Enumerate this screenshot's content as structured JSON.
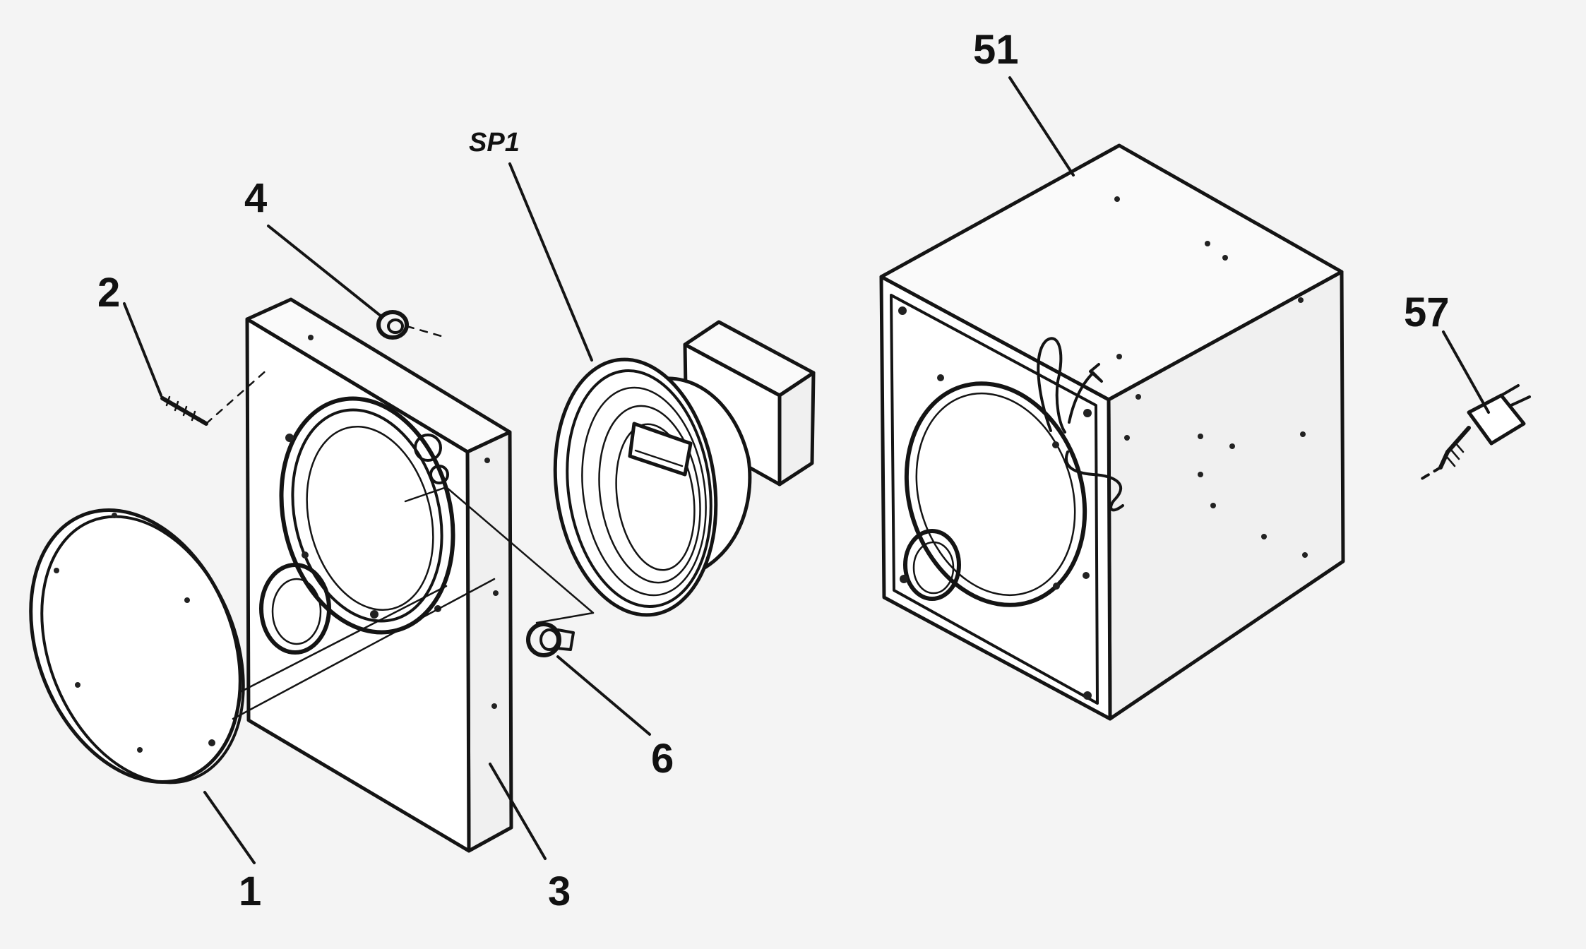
{
  "labels": {
    "grille": "1",
    "screw": "2",
    "baffle": "3",
    "bushing": "4",
    "clip": "6",
    "speaker": "SP1",
    "cabinet": "51",
    "power_cord": "57"
  }
}
